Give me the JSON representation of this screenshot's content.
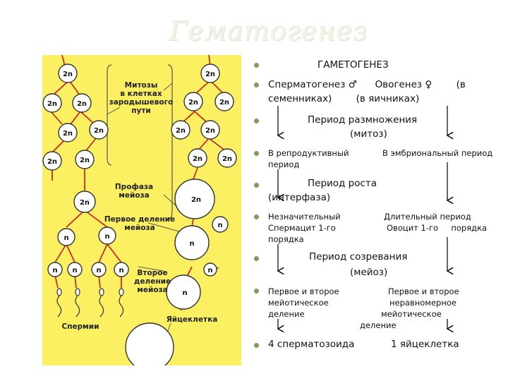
{
  "title": "Гематогенез",
  "diagram": {
    "mitosis_label": [
      "Митозы",
      "в клетках",
      "зародышевого",
      "пути"
    ],
    "prophase_label": [
      "Профаза",
      "мейоза"
    ],
    "first_division_label": [
      "Первое деление",
      "мейоза"
    ],
    "second_division_label": [
      "Второе",
      "деление",
      "мейоза"
    ],
    "sperm_label": "Спермии",
    "egg_label": "Яйцеклетка",
    "cell_2n": "2n",
    "cell_n": "n"
  },
  "bullets": {
    "b1": "ГАМЕТОГЕНЕЗ",
    "b2_line1": "Сперматогенез ♂      Овогенез ♀        (в",
    "b2_line2": "семенниках)        (в яичниках)",
    "b3_line1": "Период размножения",
    "b3_line2": "(митоз)",
    "b4_left": "В репродуктивный",
    "b4_right": "В эмбриональный  период",
    "b4_line2": "период",
    "b5_line1": "Период  роста",
    "b5_line2": "(интерфаза)",
    "b6_left1": "Незначительный",
    "b6_right1": "Длительный период",
    "b6_left2": "Спермацит 1-го",
    "b6_right2": "Овоцит 1-го     порядка",
    "b6_left3": "порядка",
    "b7_line1": "Период созревания",
    "b7_line2": "(мейоз)",
    "b8_left1": "Первое и второе",
    "b8_left2": "мейотическое",
    "b8_left3": "деление",
    "b8_right1": "Первое и второе",
    "b8_right2": "неравномерное",
    "b8_right3": "мейотическое",
    "b8_right4": "деление",
    "b9_left": "4 сперматозоида",
    "b9_right": "1 яйцеклетка"
  },
  "colors": {
    "diagram_bg": "#fbf061",
    "arrow": "#cc1a1a",
    "bullet": "#7f9a62"
  }
}
